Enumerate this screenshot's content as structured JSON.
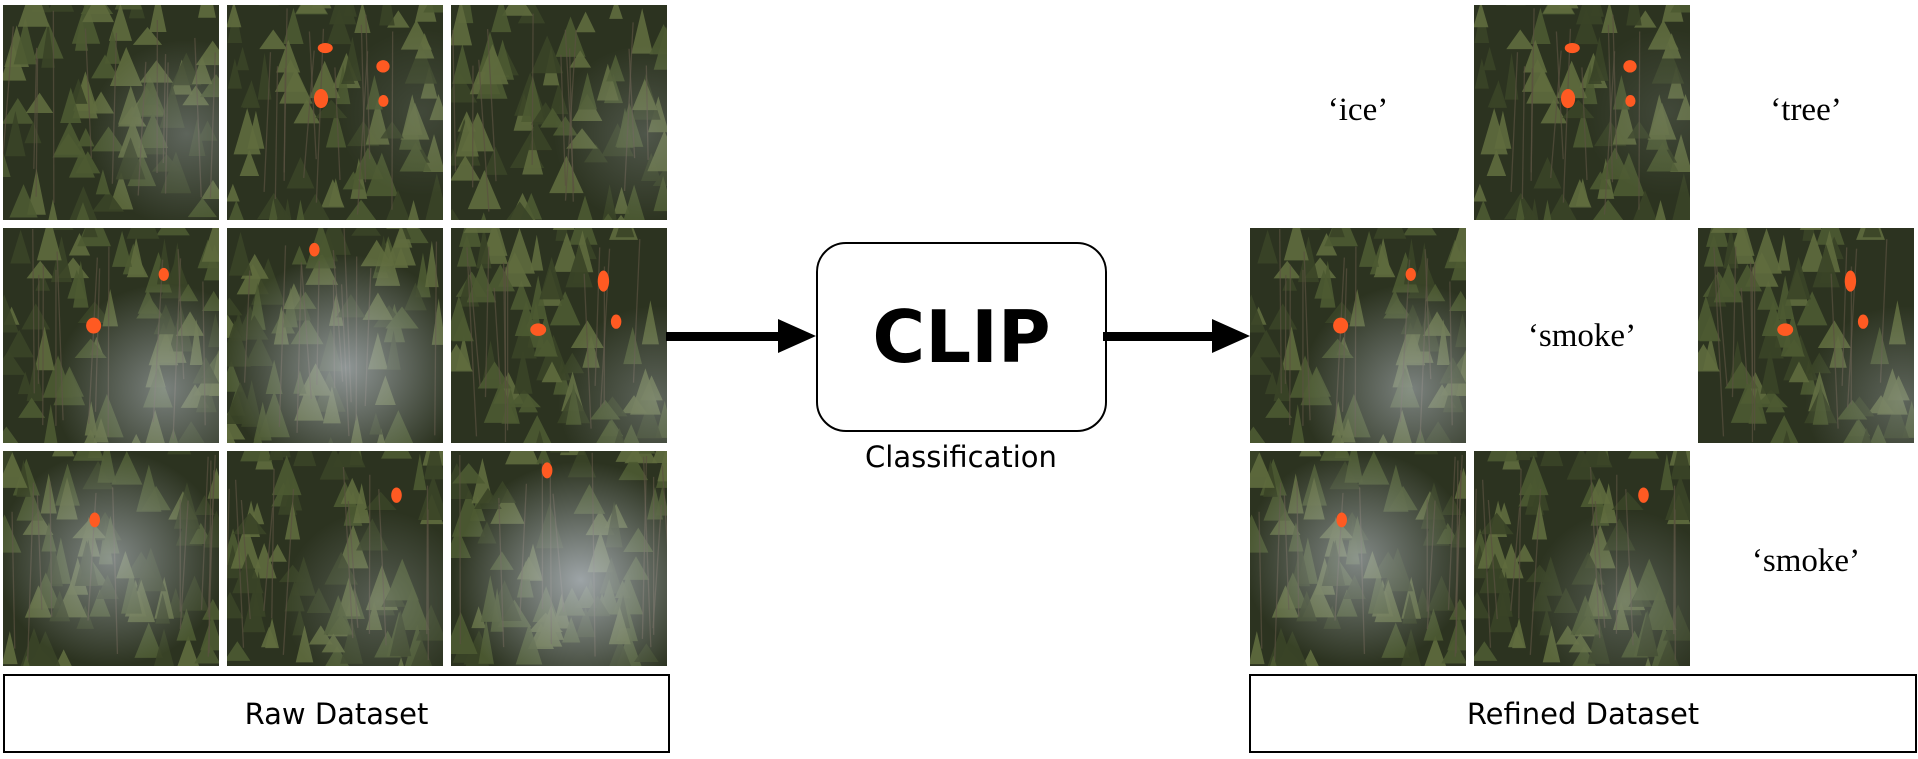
{
  "raw_dataset": {
    "label": "Raw Dataset",
    "images": [
      "wildfire-forest-image",
      "wildfire-forest-image",
      "wildfire-forest-image",
      "wildfire-forest-image",
      "wildfire-forest-image",
      "wildfire-forest-image",
      "wildfire-forest-image",
      "wildfire-forest-image",
      "wildfire-forest-image"
    ]
  },
  "model": {
    "name": "CLIP",
    "caption": "Classification"
  },
  "refined_dataset": {
    "label": "Refined Dataset",
    "removed_labels": [
      "‘ice’",
      "‘tree’",
      "‘smoke’",
      "‘smoke’"
    ]
  },
  "colors": {
    "foliage_dark": "#2c3320",
    "foliage": "#4d5a32",
    "smoke": "#b9c0c8",
    "fire": "#ff5a22",
    "ink": "#000000"
  }
}
